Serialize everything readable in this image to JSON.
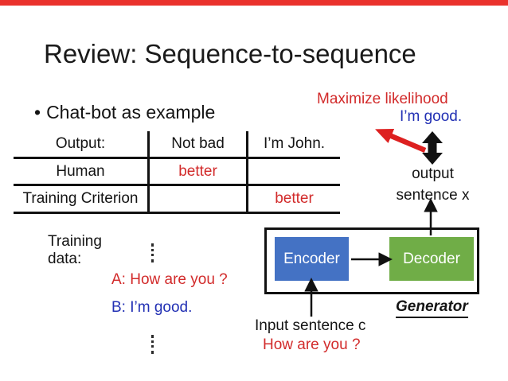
{
  "colors": {
    "topbar": "#ea322c",
    "text": "#141414",
    "red": "#d22b2b",
    "blue": "#2230b4",
    "arrow_red": "#dd2020",
    "encoder_fill": "#4472c4",
    "decoder_green": "#70ad47",
    "line": "#111111"
  },
  "title": "Review: Sequence-to-sequence",
  "bullet": {
    "marker": "•",
    "text": "Chat-bot as example"
  },
  "table": {
    "rows": [
      [
        "Output:",
        "Not bad",
        "I’m John."
      ],
      [
        "Human",
        "better",
        ""
      ],
      [
        "Training Criterion",
        "",
        "better"
      ]
    ]
  },
  "annotations": {
    "maximize_likelihood": "Maximize likelihood",
    "im_good": "I’m good.",
    "output_line1": "output",
    "output_line2": "sentence x",
    "input_sentence": "Input sentence c",
    "how_are_you": "How are you ?",
    "generator_label": "Generator"
  },
  "training_data": {
    "label_line1": "Training",
    "label_line2": "data:",
    "dialog_a": "A: How are you ?",
    "dialog_b": "B: I’m good."
  },
  "diagram": {
    "encoder": "Encoder",
    "decoder": "Decoder"
  }
}
